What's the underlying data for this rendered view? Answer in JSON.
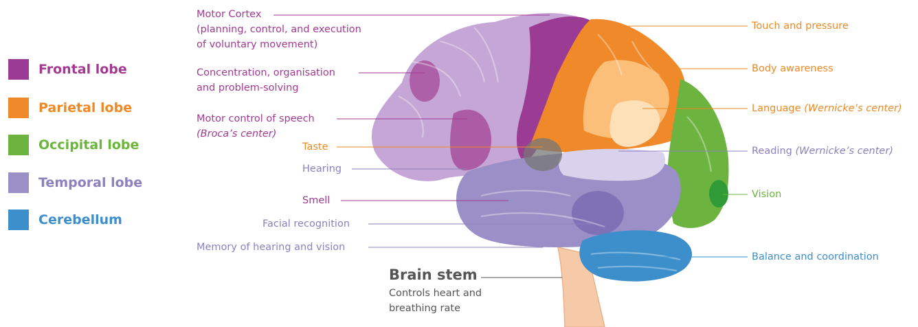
{
  "legend": [
    {
      "label": "Frontal lobe",
      "color": "#9c3b93"
    },
    {
      "label": "Parietal lobe",
      "color": "#f0892a"
    },
    {
      "label": "Occipital lobe",
      "color": "#6db33f"
    },
    {
      "label": "Temporal lobe",
      "color": "#9a8fc6"
    },
    {
      "label": "Cerebellum",
      "color": "#3d8fcb"
    }
  ],
  "labels_left": {
    "motor_cortex_line1": "Motor Cortex",
    "motor_cortex_line2": "(planning, control, and execution",
    "motor_cortex_line3": "of voluntary movement)",
    "concentration_line1": "Concentration, organisation",
    "concentration_line2": "and problem-solving",
    "speech_line1": "Motor control of speech",
    "speech_line2": "(Broca’s center)",
    "taste": "Taste",
    "hearing": "Hearing",
    "smell": "Smell",
    "facial": "Facial recognition",
    "memory": "Memory of hearing and vision"
  },
  "labels_right": {
    "touch": "Touch and pressure",
    "body": "Body awareness",
    "language_plain": "Language ",
    "language_italic": "(Wernicke’s center)",
    "reading_plain": "Reading ",
    "reading_italic": "(Wernicke’s center)",
    "vision": "Vision",
    "balance": "Balance and coordination"
  },
  "brain_stem": {
    "title": "Brain stem",
    "line1": "Controls heart and",
    "line2": "breathing rate"
  }
}
